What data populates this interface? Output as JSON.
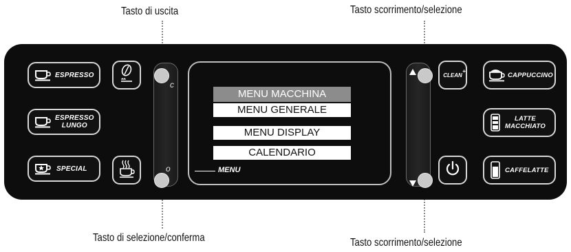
{
  "callouts": {
    "top_left": "Tasto di uscita",
    "top_right": "Tasto scorrimento/selezione",
    "bottom_left": "Tasto di selezione/conferma",
    "bottom_right": "Tasto scorrimento/selezione"
  },
  "buttons": {
    "espresso": "ESPRESSO",
    "espresso_lungo_1": "ESPRESSO",
    "espresso_lungo_2": "LUNGO",
    "special": "SPECIAL",
    "clean": "CLEAN",
    "cappuccino": "CAPPUCCINO",
    "latte_1": "LATTE",
    "latte_2": "MACCHIATO",
    "caffelatte": "CAFFELATTE"
  },
  "display": {
    "title": "MENU MACCHINA",
    "items": [
      "MENU GENERALE",
      "MENU DISPLAY",
      "CALENDARIO"
    ],
    "footer": "MENU"
  },
  "rail_marks": {
    "top": "c",
    "bottom": "o"
  },
  "icons": {
    "espresso": "cup-icon",
    "espresso_lungo": "cup-icon",
    "special": "star-cup-icon",
    "bean": "coffee-bean-icon",
    "hot_water": "hot-water-cup-icon",
    "clean": "clean-icon",
    "power": "power-icon",
    "cappuccino": "cappuccino-cup-icon",
    "latte": "latte-glass-icon",
    "caffelatte": "caffelatte-glass-icon"
  }
}
